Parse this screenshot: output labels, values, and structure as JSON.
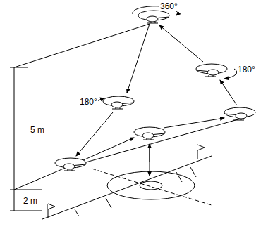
{
  "diagram": {
    "labels": [
      "360°",
      "180°",
      "180°",
      "5 m",
      "2 m"
    ]
  }
}
